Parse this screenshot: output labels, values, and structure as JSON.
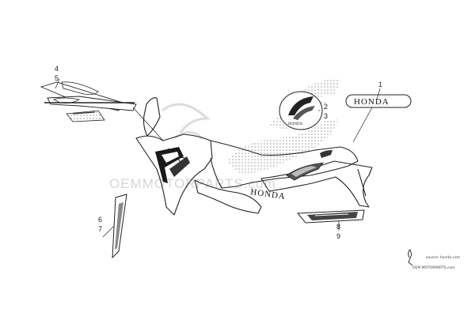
{
  "diagram": {
    "callouts": [
      "1",
      "2",
      "3",
      "4",
      "5",
      "6",
      "7",
      "8",
      "9"
    ],
    "brand_text": "HONDA",
    "watermark_text": "OEMMOTORPARTS.com",
    "source_line_1": "source: honda.com",
    "source_line_2": "OEM MOTORPARTS.com",
    "icons": [
      "honda-wing-emblem-icon",
      "oem-motorparts-logo-icon"
    ],
    "colors": {
      "line": "#222222",
      "watermark": "#d6d6d6",
      "dot_pattern": "#9a9a9a"
    }
  }
}
